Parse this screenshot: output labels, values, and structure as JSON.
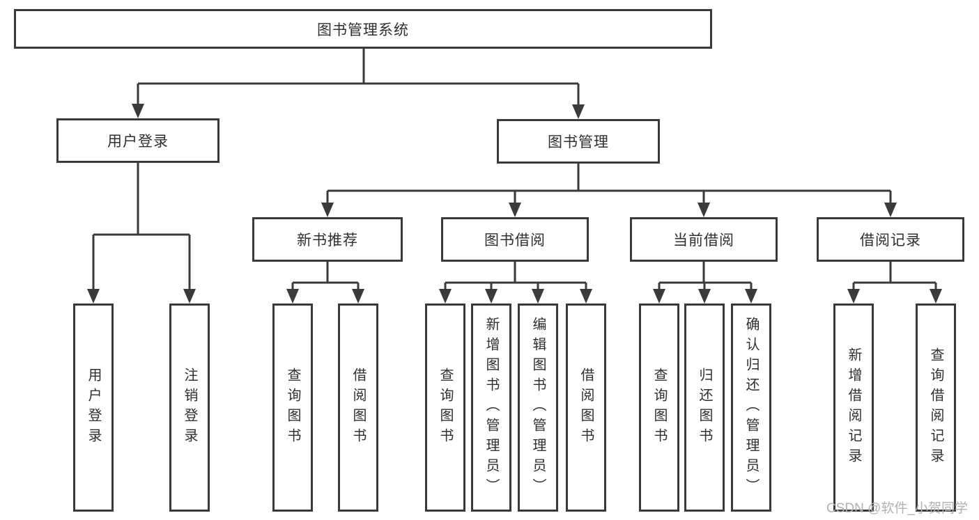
{
  "diagram": {
    "root": {
      "label": "图书管理系统"
    },
    "branches": [
      {
        "label": "用户登录",
        "children": [
          {
            "label": "用户登录"
          },
          {
            "label": "注销登录"
          }
        ]
      },
      {
        "label": "图书管理",
        "children": [
          {
            "label": "新书推荐",
            "children": [
              {
                "label": "查询图书"
              },
              {
                "label": "借阅图书"
              }
            ]
          },
          {
            "label": "图书借阅",
            "children": [
              {
                "label": "查询图书"
              },
              {
                "label": "新增图书（管理员）"
              },
              {
                "label": "编辑图书（管理员）"
              },
              {
                "label": "借阅图书"
              }
            ]
          },
          {
            "label": "当前借阅",
            "children": [
              {
                "label": "查询图书"
              },
              {
                "label": "归还图书"
              },
              {
                "label": "确认归还（管理员）"
              }
            ]
          },
          {
            "label": "借阅记录",
            "children": [
              {
                "label": "新增借阅记录"
              },
              {
                "label": "查询借阅记录"
              }
            ]
          }
        ]
      }
    ]
  },
  "watermark": {
    "text": "CSDN @软件_小贺同学"
  },
  "colors": {
    "line": "#3a3a3a",
    "text": "#2f2f2f",
    "box_bg": "#ffffff",
    "watermark": "#b2b2b2"
  }
}
